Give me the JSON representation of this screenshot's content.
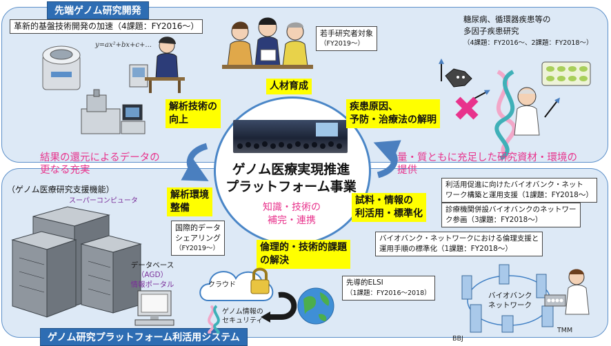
{
  "sections": {
    "top_tab": "先端ゲノム研究開発",
    "bottom_tab": "ゲノム研究プラットフォーム利活用システム"
  },
  "center": {
    "title_line1": "ゲノム医療実現推進",
    "title_line2": "プラットフォーム事業",
    "sub_line1": "知識・技術の",
    "sub_line2": "補完・連携"
  },
  "top_left": {
    "box_text": "革新的基盤技術開発の加速（4課題：FY2016〜）",
    "formula": "y=ax²+bx+c+..."
  },
  "top_middle": {
    "box_line1": "若手研究者対象",
    "box_line2": "（FY2019〜）"
  },
  "top_right": {
    "box_line1": "糖尿病、循環器疾患等の",
    "box_line2": "多因子疾患研究",
    "box_line3": "（4課題：FY2016〜、2課題：FY2018〜）"
  },
  "yellow_labels": {
    "jinzai": "人材育成",
    "kaiseki_line1": "解析技術の",
    "kaiseki_line2": "向上",
    "shikkan_line1": "疾患原因、",
    "shikkan_line2": "予防・治療法の解明",
    "kankyo_line1": "解析環境",
    "kankyo_line2": "整備",
    "shiryo_line1": "試料・情報の",
    "shiryo_line2": "利活用・標準化",
    "rinri_line1": "倫理的・技術的課題",
    "rinri_line2": "の解決"
  },
  "pink_texts": {
    "left_line1": "結果の還元によるデータの",
    "left_line2": "更なる充実",
    "right_line1": "量・質ともに充足した研究資材・環境の",
    "right_line2": "提供"
  },
  "bottom_left": {
    "support": "（ゲノム医療研究支援機能）",
    "supercomputer": "スーパーコンピュータ",
    "share_line1": "国際的データ",
    "share_line2": "シェアリング",
    "share_line3": "（FY2019〜）",
    "db_line1": "データベース",
    "db_line2": "（AGD）",
    "db_line3": "情報ポータル"
  },
  "bottom_middle": {
    "cloud": "クラウド",
    "security_line1": "ゲノム情報の",
    "security_line2": "セキュリティ",
    "elsi_line1": "先導的ELSI",
    "elsi_line2": "（1課題：FY2016〜2018）"
  },
  "bottom_right": {
    "box1_line1": "利活用促進に向けたバイオバンク・ネット",
    "box1_line2": "ワーク構築と運用支援（1課題：FY2018〜）",
    "box2_line1": "診療機関併設バイオバンクのネットワー",
    "box2_line2": "ク参画（3課題：FY2018〜）",
    "box3_line1": "バイオバンク・ネットワークにおける倫理支援と",
    "box3_line2": "運用手順の標準化（1課題：FY2018〜）",
    "network_line1": "バイオバンク",
    "network_line2": "ネットワーク",
    "tmm": "TMM",
    "bbj": "BBJ"
  },
  "colors": {
    "panel_fill": "#dde9f6",
    "panel_border": "#5b8fc9",
    "tab_fill": "#2e6db3",
    "highlight": "#ffff00",
    "pink": "#e8338c",
    "arrow": "#4a7fbf",
    "dna_pink": "#f2a7c8",
    "dna_teal": "#3fb0b8"
  }
}
